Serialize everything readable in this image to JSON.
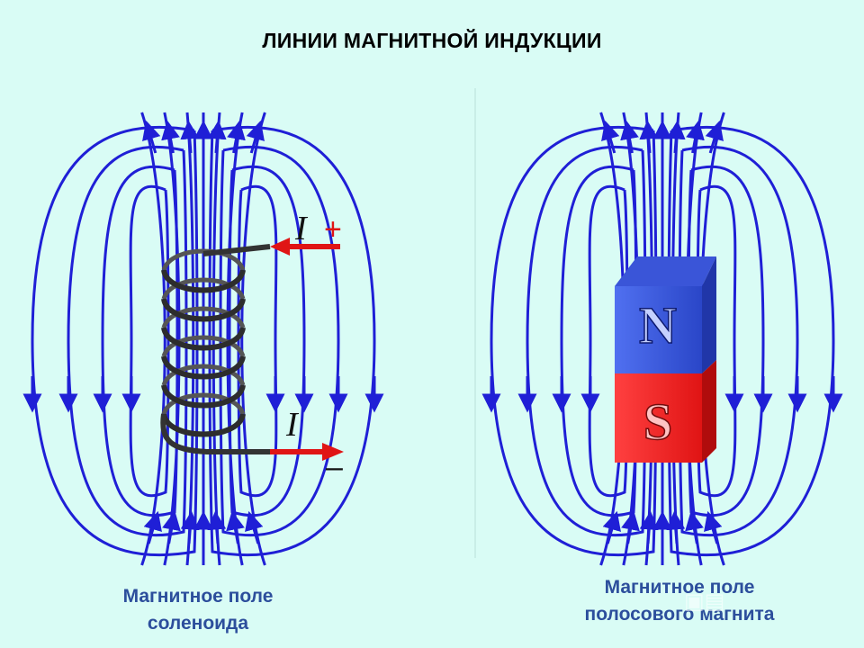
{
  "title": "ЛИНИИ МАГНИТНОЙ ИНДУКЦИИ",
  "solenoid": {
    "current_symbol_top": "I",
    "plus_sign": "+",
    "current_symbol_bottom": "I",
    "minus_sign": "–",
    "caption_line1": "Магнитное поле",
    "caption_line2": "соленоида"
  },
  "magnet": {
    "north_label": "N",
    "south_label": "S",
    "caption_line1": "Магнитное поле",
    "caption_line2": "полосового магнита"
  },
  "watermark": "▣▤",
  "colors": {
    "background": "#d9fcf5",
    "field_lines": "#1f1fd6",
    "current_arrow": "#e01515",
    "north_pole": "#3355dd",
    "south_pole": "#ee2222",
    "caption": "#2c4e9c",
    "coil": "#3a3a3a"
  }
}
